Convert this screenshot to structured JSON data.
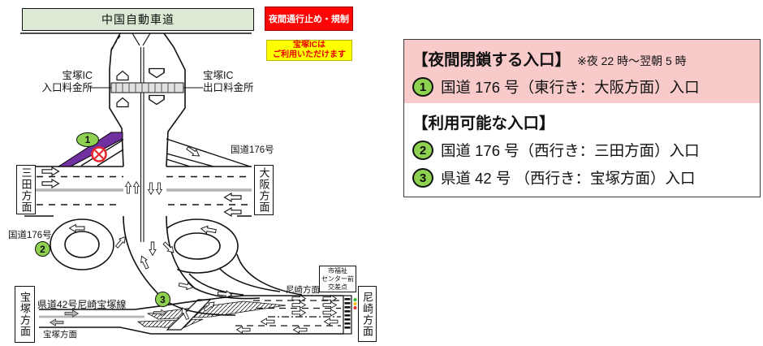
{
  "alerts": {
    "closure": "夜間通行止め・規制",
    "available_line1": "宝塚ICは",
    "available_line2": "ご利用いただけます"
  },
  "diagram": {
    "expressway": "中国自動車道",
    "toll_entrance_line1": "宝塚IC",
    "toll_entrance_line2": "入口料金所",
    "toll_exit_line1": "宝塚IC",
    "toll_exit_line2": "出口料金所",
    "route176_right": "国道176号",
    "route176_left": "国道176号",
    "dir_sanda": "三田方面",
    "dir_osaka": "大阪方面",
    "dir_takarazuka": "宝塚方面",
    "dir_amagasaki": "尼崎方面",
    "pref_route_label": "県道42号尼崎宝塚線",
    "takarazuka_small": "宝塚方面",
    "amagasaki_small": "尼崎方面",
    "intersection_line1": "市福祉",
    "intersection_line2": "センター前",
    "intersection_line3": "交差点",
    "marker1": "1",
    "marker2": "2",
    "marker3": "3"
  },
  "legend": {
    "closed_header": "【夜間閉鎖する入口】",
    "closed_note": "※夜 22 時～翌朝 5 時",
    "item1_num": "1",
    "item1_text": "国道 176 号（東行き：大阪方面）入口",
    "open_header": "【利用可能な入口】",
    "item2_num": "2",
    "item2_text": "国道 176 号（西行き：三田方面）入口",
    "item3_num": "3",
    "item3_text": "県道 42 号 （西行き：宝塚方面）入口"
  },
  "colors": {
    "pink": "#f8caca",
    "marker-green": "#8ed04f",
    "purple": "#7030a0",
    "alert-red": "#fe0404",
    "alert-yellow": "#ffff00",
    "band-green": "#dcead5"
  }
}
